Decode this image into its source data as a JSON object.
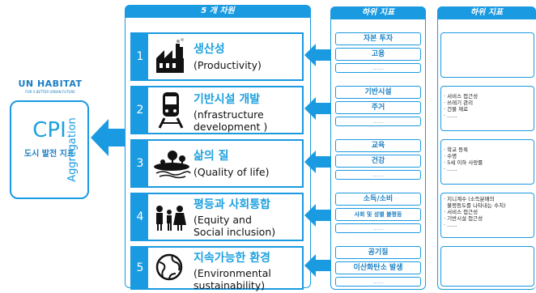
{
  "logo": {
    "text": "UN HABITAT",
    "tagline": "FOR A BETTER URBAN FUTURE"
  },
  "cpi": {
    "title": "CPI",
    "subtitle": "도시 발전 지표"
  },
  "aggregation_label": "Aggregation",
  "headers": {
    "dimensions": "5 개 차원",
    "sub1": "하위 지표",
    "sub2": "하위 지표"
  },
  "dimensions": [
    {
      "num": "1",
      "ko": "생산성",
      "en": "(Productivity)",
      "icon": "factory-icon",
      "subs": [
        "자본 투자",
        "고용",
        "......"
      ],
      "notes": []
    },
    {
      "num": "2",
      "ko": "기반시설 개발",
      "en": "(nfrastructure development )",
      "icon": "train-icon",
      "subs": [
        "기반시설",
        "주거",
        "......"
      ],
      "notes": [
        "· 서비스 접근성",
        "· 쓰레기 관리",
        "· 건물 재료",
        "· ......"
      ]
    },
    {
      "num": "3",
      "ko": "삶의 질",
      "en": "(Quality of life)",
      "icon": "landscape-icon",
      "subs": [
        "교육",
        "건강",
        "......"
      ],
      "notes": [
        "· 학교 등록",
        "· 수명",
        "· 5세 이하 사망률",
        "· ......"
      ]
    },
    {
      "num": "4",
      "ko": "평등과 사회통합",
      "en": "(Equity and Social inclusion)",
      "icon": "people-icon",
      "subs": [
        "소득/소비",
        "사회 및 성별 불평등",
        "......"
      ],
      "notes": [
        "· 지니계수 (소득분배의",
        "  불평등도를 나타내는 수치)",
        "· 서비스 접근성",
        "· 기반시설 접근성",
        "· ......"
      ]
    },
    {
      "num": "5",
      "ko": "지속가능한 환경",
      "en": "(Environmental sustainability)",
      "icon": "globe-leaf-icon",
      "subs": [
        "공기질",
        "이산화탄소 발생",
        "......"
      ],
      "notes": []
    }
  ]
}
